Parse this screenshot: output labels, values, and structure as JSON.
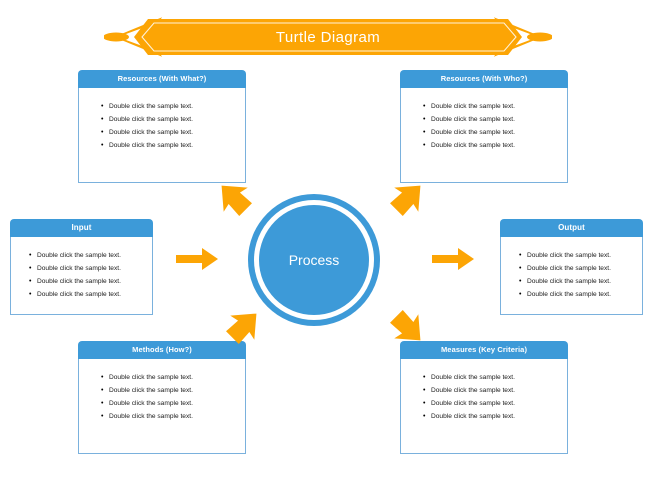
{
  "title": {
    "text": "Turtle Diagram"
  },
  "colors": {
    "orange": "#FCA505",
    "blue": "#3D9AD8",
    "box_border": "#7AB1DD",
    "background": "#FFFFFF",
    "text_light": "#FFFFFF",
    "text_dark": "#1A1A1A"
  },
  "center": {
    "label": "Process"
  },
  "sample_text": "Double click the sample text.",
  "boxes": [
    {
      "id": "resources-with-what",
      "header": "Resources (With What?)",
      "items": [
        "Double click the sample text.",
        "Double click the sample text.",
        "Double click the sample text.",
        "Double click the sample text."
      ]
    },
    {
      "id": "resources-with-who",
      "header": "Resources (With Who?)",
      "items": [
        "Double click the sample text.",
        "Double click the sample text.",
        "Double click the sample text.",
        "Double click the sample text."
      ]
    },
    {
      "id": "input",
      "header": "Input",
      "items": [
        "Double click the sample text.",
        "Double click the sample text.",
        "Double click the sample text.",
        "Double click the sample text."
      ]
    },
    {
      "id": "output",
      "header": "Output",
      "items": [
        "Double click the sample text.",
        "Double click the sample text.",
        "Double click the sample text.",
        "Double click the sample text."
      ]
    },
    {
      "id": "methods",
      "header": "Methods (How?)",
      "items": [
        "Double click the sample text.",
        "Double click the sample text.",
        "Double click the sample text.",
        "Double click the sample text."
      ]
    },
    {
      "id": "measures",
      "header": "Measures (Key Criteria)",
      "items": [
        "Double click the sample text.",
        "Double click the sample text.",
        "Double click the sample text.",
        "Double click the sample text."
      ]
    }
  ],
  "arrows": [
    {
      "id": "input-arrow",
      "direction": "right",
      "icon": "arrow-right-icon"
    },
    {
      "id": "output-arrow",
      "direction": "right",
      "icon": "arrow-right-icon"
    },
    {
      "id": "top-left-arrow",
      "direction": "up-left",
      "icon": "chevron-arrow-icon"
    },
    {
      "id": "top-right-arrow",
      "direction": "up-right",
      "icon": "chevron-arrow-icon"
    },
    {
      "id": "bottom-left-arrow",
      "direction": "up-right",
      "icon": "chevron-arrow-icon"
    },
    {
      "id": "bottom-right-arrow",
      "direction": "down-right",
      "icon": "chevron-arrow-icon"
    }
  ]
}
